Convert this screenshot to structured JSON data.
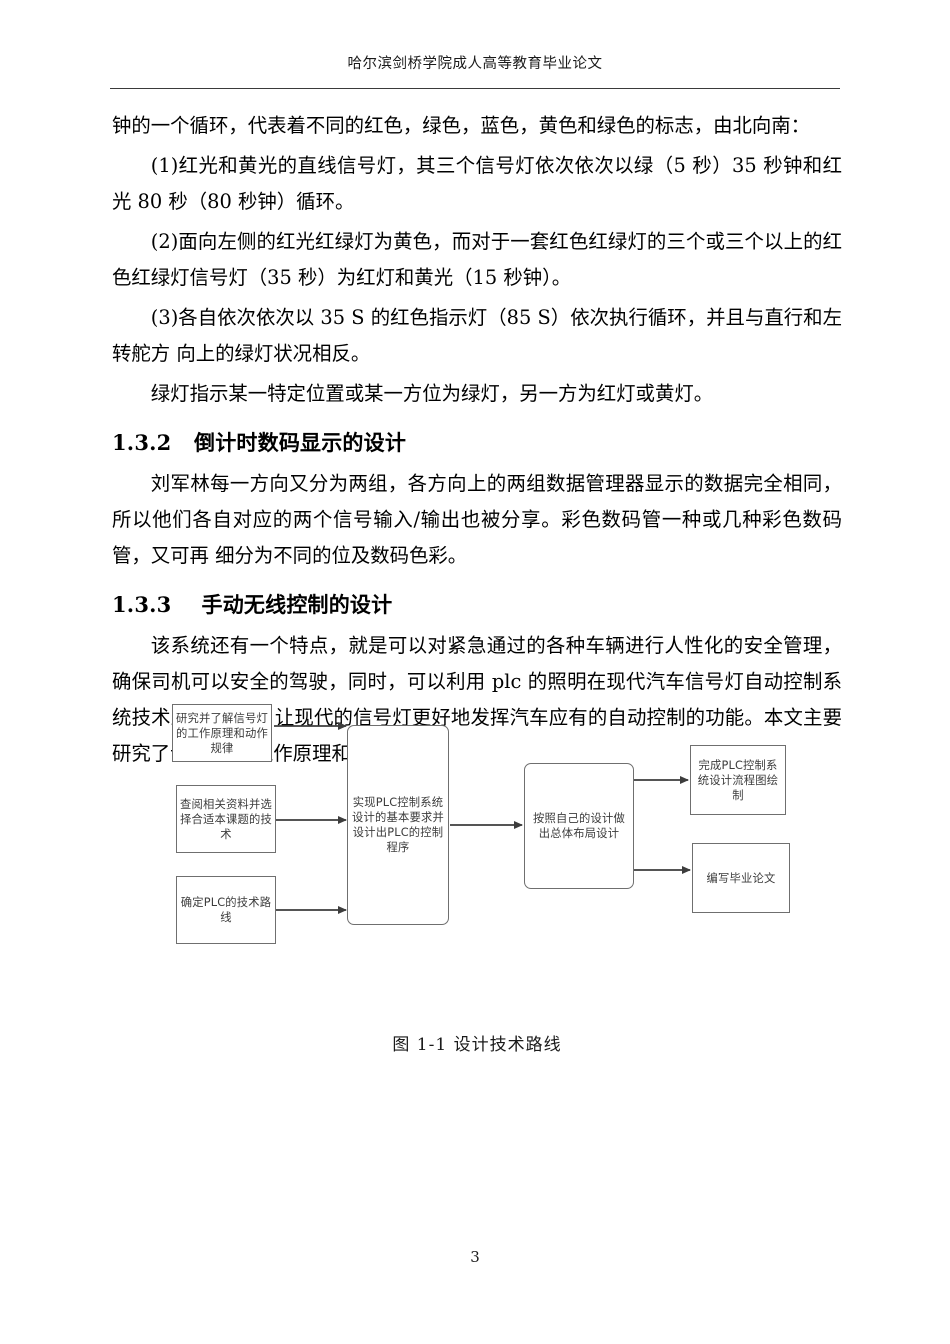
{
  "page": {
    "header_title": "哈尔滨剑桥学院成人高等教育毕业论文",
    "page_number": "3"
  },
  "body": {
    "para_continuation": "钟的一个循环，代表着不同的红色，绿色，蓝色，黄色和绿色的标志，由北向南：",
    "item_1": "(1)红光和黄光的直线信号灯，其三个信号灯依次依次以绿（5 秒）35 秒钟和红光 80 秒（80 秒钟）循环。",
    "item_2": "(2)面向左侧的红光红绿灯为黄色，而对于一套红色红绿灯的三个或三个以上的红色红绿灯信号灯（35 秒）为红灯和黄光（15 秒钟）。",
    "item_3": "(3)各自依次依次以 35 S 的红色指示灯（85 S）依次执行循环，并且与直行和左转舵方 向上的绿灯状况相反。",
    "item_4": "绿灯指示某一特定位置或某一方位为绿灯，另一方为红灯或黄灯。"
  },
  "sections": [
    {
      "number": "1.3.2",
      "title": "倒计时数码显示的设计",
      "paragraph": "刘军林每一方向又分为两组，各方向上的两组数据管理器显示的数据完全相同，所以他们各自对应的两个信号输入/输出也被分享。彩色数码管一种或几种彩色数码管，又可再 细分为不同的位及数码色彩。"
    },
    {
      "number": "1.3.3",
      "title": "手动无线控制的设计",
      "paragraph": "该系统还有一个特点，就是可以对紧急通过的各种车辆进行人性化的安全管理，确保司机可以安全的驾驶，同时，可以利用 plc 的照明在现代汽车信号灯自动控制系统技术上 的优势，让现代的信号灯更好地发挥汽车应有的自动控制的功能。本文主要研究了该系统 的工作原理和实现方法。"
    }
  ],
  "figure": {
    "caption": "图 1-1 设计技术路线",
    "boxes": {
      "b1": "研究并了解信号灯的工作原理和动作规律",
      "b2": "查阅相关资料并选择合适本课题的技术",
      "b3": "确定PLC的技术路线",
      "b4": "实现PLC控制系统设计的基本要求并设计出PLC的控制程序",
      "b5": "按照自己的设计做出总体布局设计",
      "b6": "完成PLC控制系统设计流程图绘制",
      "b7": "编写毕业论文"
    }
  },
  "colors": {
    "text": "#000000",
    "rule": "#3a3a3a",
    "box_border": "#6f6f6f",
    "box_text": "#3c3c3c",
    "arrow": "#3d3d3d"
  }
}
